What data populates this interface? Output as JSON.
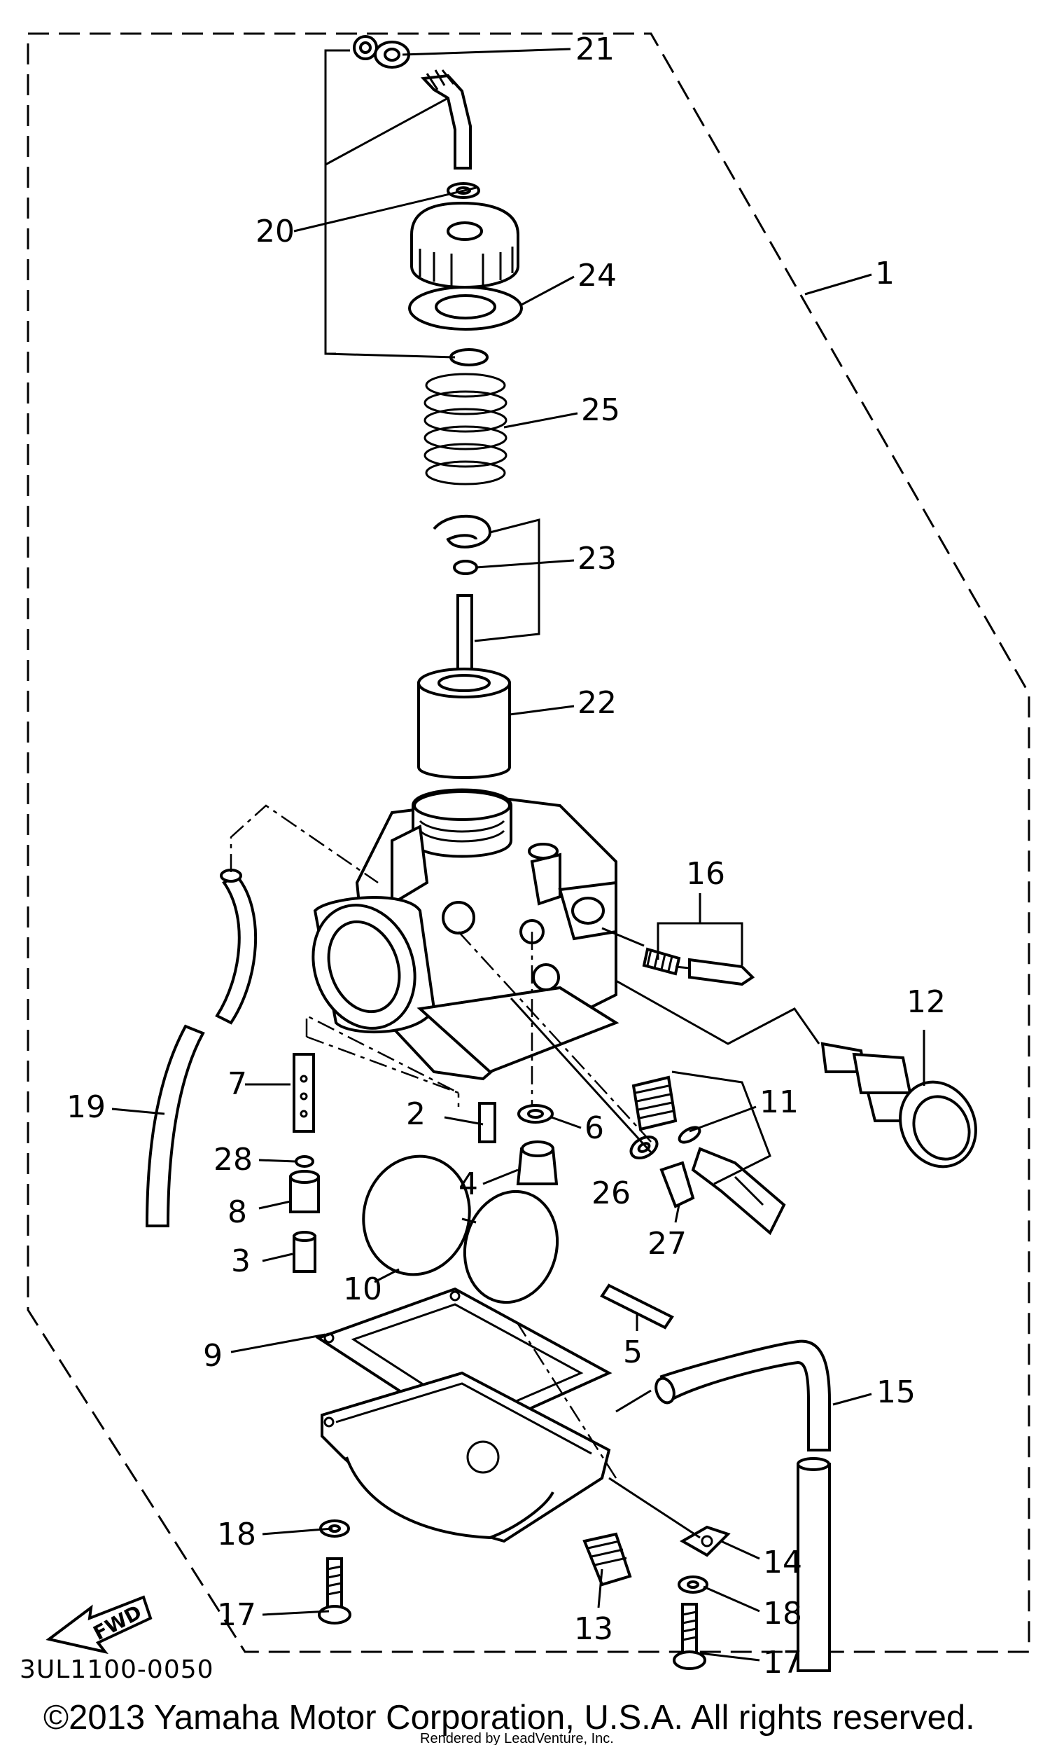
{
  "diagram_code": "3UL1100-0050",
  "fwd_label": "FWD",
  "copyright": "©2013 Yamaha Motor Corporation, U.S.A. All rights reserved.",
  "rendered_by": "Rendered by LeadVenture, Inc.",
  "callouts": {
    "c1": "1",
    "c2": "2",
    "c3": "3",
    "c4": "4",
    "c5": "5",
    "c6": "6",
    "c7": "7",
    "c8": "8",
    "c9": "9",
    "c10": "10",
    "c11": "11",
    "c12": "12",
    "c13": "13",
    "c14": "14",
    "c15": "15",
    "c16": "16",
    "c17a": "17",
    "c17b": "17",
    "c18a": "18",
    "c18b": "18",
    "c19": "19",
    "c20": "20",
    "c21": "21",
    "c22": "22",
    "c23": "23",
    "c24": "24",
    "c25": "25",
    "c26": "26",
    "c27": "27",
    "c28": "28"
  }
}
